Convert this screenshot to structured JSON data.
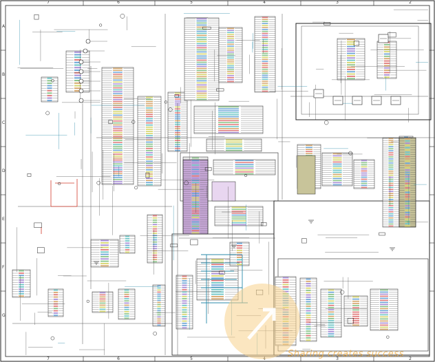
{
  "sheet": {
    "zone_columns": [
      "7",
      "6",
      "5",
      "4",
      "3",
      "2"
    ],
    "zone_rows": [
      "A",
      "B",
      "C",
      "D",
      "E",
      "F",
      "G"
    ]
  },
  "watermark": {
    "text": "Sharing creates success",
    "icon": "arrow-logo-icon",
    "color": "#f0aa3c"
  },
  "colors": {
    "frame": "#222222",
    "wire": "#555555",
    "teal_wire": "#2a8aa8",
    "red_wire": "#d23a2a",
    "purple_block": "#c8a8d8",
    "olive_block": "#c8c49a",
    "connector_bands": [
      "#6ea6d6",
      "#e07a7a",
      "#8ac48a",
      "#d6a86e",
      "#a88ed6",
      "#6ec6c6",
      "#d6d66e"
    ]
  }
}
